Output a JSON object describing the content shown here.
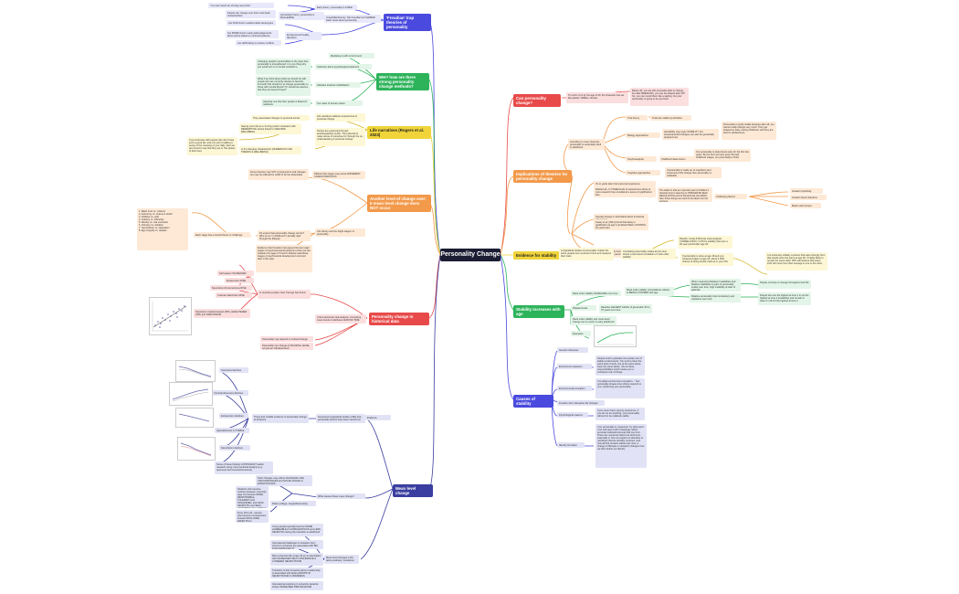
{
  "center": "Personality Change",
  "colors": {
    "blue": "#4a4adf",
    "green": "#2db35a",
    "yellow": "#f0d43a",
    "orange": "#f2994a",
    "red": "#e84a4a",
    "navy": "#3a3ea0",
    "teal": "#30b090"
  },
  "left": {
    "freudian": {
      "title": "'Freudian' trap theories of personality",
      "note1": "Jung/Adler/Horney: Not Freudian but SHARED basic views about personality",
      "qs": [
        "\"You can't teach an old dog new tricks\"",
        "People can change over their most basic characteristics",
        "Are FIVE fixed in earliest adult stereotypes",
        "Are MORE fixed in early adult judgements about where based on minimal evidence",
        "Are LESS likely to resolve conflicts"
      ],
      "r1": "Early theory: personality is FIXED",
      "r2": "Humanistic theory: personality is MALLEABLE",
      "r3": "Emotional and reality, disorders"
    },
    "willhow": {
      "title": "WHY how are there strong personality change methods?",
      "items": [
        "Mediating & with environment",
        "Optimism about psychological treatment",
        "Attitudes towards rehabilitation",
        "Our value of human nature"
      ],
      "text1": "Changing people's personalities is the ways that personality is strengthened. It is one thing why you would act on a mental conflict/it is",
      "text2": "What if we think about what we should do with people who are currently deviant to harmful, immoral? We should try to change personality to those with mental illness? Or should we assume that they are beyond hope?",
      "text3": "Adopting one that their people is flawed or malicious"
    },
    "life": {
      "title": "Life narratives (Rogers et al. 2023)",
      "t1": "They associated changes to personal events",
      "t2": "Life narratives address experiences of personal change",
      "t3": "Seeing one's life as a 'turning points' consistent with REDEMPTIVE stories linked to GREATER WELLBEING",
      "t4": "If you interview with people who don't have such a good life, and one we're building a sense of the meaning of your daily, then we are forced to say that they are in 'low phase' of their lives",
      "t5": "Stories are presented through autobiographies (LAR). The potential to make sense of ourselves for through the co-understanding of personal change.",
      "t6": "Is for changing characteristic (NUMEROUS LIFE TRENDS & WELLBEING)"
    },
    "another": {
      "title": "Another level of change over: 5 mean level change does NOT occur",
      "t1": "Some theories may NOT correspond to real changes but may be reflected in HOW to do the downsides",
      "t2": "Different life stages may cause DIFFERENT CHARACTERISTICS",
      "t3": "Do expect that personality change occurs? Who is our 'in childhood' it actually right through the lifespan",
      "t4": "Life history and the 'Eight stages' of personality",
      "t5": "Evidence that Freudian had argued the last major stages of psychosexual development when we are between the ages of 5 and 6. Erikson said these stages of psychosocial development occurred later in life span",
      "t6": "Each stage has a central theme or challenge",
      "stages": [
        "1. Basic trust vs. mistrust",
        "2. Autonomy vs. shame & doubt",
        "3. Initiative vs. guilt",
        "4. Industry vs. inferiority",
        "5. Identity vs. role confusion",
        "6. Intimacy vs. isolation",
        "7. Generativity vs. stagnation",
        "8. Ego integrity vs. despair"
      ]
    },
    "historical": {
      "title": "Personality change in historical data",
      "tags": [
        "Self esteem INCREASED",
        "Extraversion RISE",
        "Neuroticism/Conscientious RISE",
        "Cultural collectivism RISE"
      ],
      "t1": "In recently temples: beer Twenge has found",
      "t2": "Narcissism traits/increased (NPI), HEIGHTENED (NPI) and NARCISSISM",
      "t3": "Cross-sectional meta-analysis, comparing mean levels of attributes ACROSS TIME",
      "t4": "Personality may depend on cultural change",
      "t5": "Personality can change at SOCIETAL LEVEL, not just an individual level"
    },
    "meanlevel": {
      "title": "Mean level change",
      "evidence": "Evidence",
      "t1": "Numerous longitudinal studies of Big Five personality factors have been carried out",
      "t2": "These find notable evidence of personality change at all facets",
      "charts": [
        "Openness declines",
        "Conscientiousness declines",
        "Extraversion declines",
        "Agreeableness is STABLE",
        "Neuroticism declines"
      ],
      "t3": "Some of these findings CONTRADICT earlier research using cross-sectional designs (e.g. openness and conscientiousness)",
      "t4": "What causes these mean change?",
      "t5": "Such changes may reflect CHANGING LIFE CIRCUMSTANCES and SOCIAL ROLES & EXPECTATIONS",
      "t6": "Roles (college, longitudinal study)",
      "t7": "Students who became mothers between university (age 21) became MORE RESPONSIBLE, TOLERANT and ORGANIZED, and LESS NEUROTIC and SELF-ACCEPTING than childless peers",
      "t8": "From 18 to 22 - women who became conscientious showed SPILLOVER EFFECTS for ENVIRONMENTS, more than childless women",
      "t9": "Mean level changes in life tasks positively: transitions",
      "t10": "Young people typically become MORE AGREEABLE & CONSCIENTIOUS and LESS NEUROTIC during the transition to adulthood",
      "t11": "International challenges in transition from school to university are associated with BIG FIVE PERSONALITY",
      "t12": "More extensive life at age 36 an at association with INCREASED SELF CONFIDENCE & LOWERED NEUROTICISM",
      "t13": "Transition to first romantic partner relationship is associated with lasting DROPS IN NEUROTICISM & OPENNESS",
      "t14": "International exploring in university students shows INCREASED INDIVIDUALISM"
    }
  },
  "right": {
    "canchange": {
      "title": "Can personality change?",
      "t1": "To much of us by the age of 30, the character has set like plaster' (William James)",
      "t2": "Before 30, you are still somewhat able to change, but after BREAKING, you can be shaped after 30? So, you can mould them like a sapling, but your personality is going to be just fixed"
    },
    "implications": {
      "title": "Implications of theories for personality change",
      "t1": "According to many theorists, personality is essentially fixed in adulthood",
      "trait": "Trait theory",
      "trait_r": "Traits are stable by definition",
      "bio": "Biology approaches",
      "bio_r": "Heritability may imply STABILITY, but temperamental changes can also be genetically programmed",
      "psycho": "Psychoanalysis",
      "psycho_r": "Childhood determinism",
      "cog": "Cognitive approaches",
      "t2": "Personality is pretty stable because after all, you cannot really change very much. They get shaped so early, during childhood, and they are fixed in adolescence",
      "t3": "Our personality is determined early for the first few years. By the time we have gone through childhood stages, our personality is fixed",
      "t4": "If personality is made up of cognitions and constructs CAN change then personality is malleable",
      "t5": "It's to guide later their personal experience",
      "t6": "Wasted all, or OTHER kinds of experiences where & more research has considered a sense of gratification lists",
      "t7": "The belief in that an important part of children's development is learning to INTEGRATE SELF REGULATION and its hierarchical role ANDS, then those things we need to be taken into the account",
      "t8": "Secular change in self-beliefs about emotional self-control",
      "t9": "Casey et al. (2011) found that delay in gratification at age 4 predicted SELF-CONTROL 40 years later",
      "t10": "Shoda et al. (1990) found that delay and predicted SAT 10 years later",
      "underlying": "Underlying factors",
      "cf": [
        "Greater impulsivity",
        "Greater stress tolerance",
        "Better self-concept"
      ]
    },
    "stability": {
      "title": "Evidence for stability",
      "t1": "Longitudinal studies of personality: Follow the same people over a period of time and measure their traits",
      "t2": "Correlating personality scales across time shows a test-retest correlation of 'rank order stability'",
      "t3": "Results: Costa & McCrae meta-analysis: CORRELATION = 0.65 for stability that over a 30 year period after age 30",
      "t4": "If personality is done at age 18 and you measured again at age 20, about a 30% chance of being similar traits as in your 20s",
      "t5": "It is extremely unlikely a person that were strongly from that would score the same at age 60. If highly likely to remain the same traits. 90% will achieve that same. 10% will move from their average in one or the other."
    },
    "stabilityage": {
      "title": "Stability increases with age",
      "t1": "Rank order stability INCREASES over time",
      "t2": "Rank order stability (correlations) relative to BEING STOPPED with age",
      "t3": "When measuring Relative Instabilities and Relative Stabilities in pairs of personality scales over time, high instability at start of adult life",
      "t4": "Relative personality trait consistency and variations over time",
      "t5": "Plateau levels",
      "t6": "People continue to change throughout their life",
      "t7": "Rank order stability and mean level change can co-occur in early adulthood",
      "t8": "Examples",
      "t9": "Reaches HIGHEST LEVEL of generation 50 to 70 years over time",
      "t10": "People who are the highest at time 1 is not the highest at time 2 (instability) and remain to have 5 x till 2-5 the highest at time 2"
    },
    "causes": {
      "title": "Causes of stability",
      "genetic": "Genetic influences",
      "envsel": "Environment selection",
      "envsel_t": "People tend to gravitate into certain sort of stable environments. You tend to have the same kind of work, live at the same place, have the same family...this at there, responsibilities tend to leave you a consistent role of things",
      "evoc": "Environmental evocation",
      "evoc_t": "You adapt environment evocation... Your personality shapes how others respond to you, reinforcing your personality",
      "trans": "Freedom from disruptive life changes",
      "psych": "Psychological reasons",
      "psych_t": "If you never have varying experience, if you do not do anything, your personality will tend to be relatively stable",
      "ident": "Identity formation",
      "ident_t": "Your personality is measured, 'by self-report'. Your self-report will increasingly reflect accurate traits/self-concept that you form. There are numerous factors at work here... especially in how we regard our identities or narratives that we actually construct, and how all that remains stable over time. A change of lifestyle or viewpoint changes how we then define our identity"
    }
  }
}
